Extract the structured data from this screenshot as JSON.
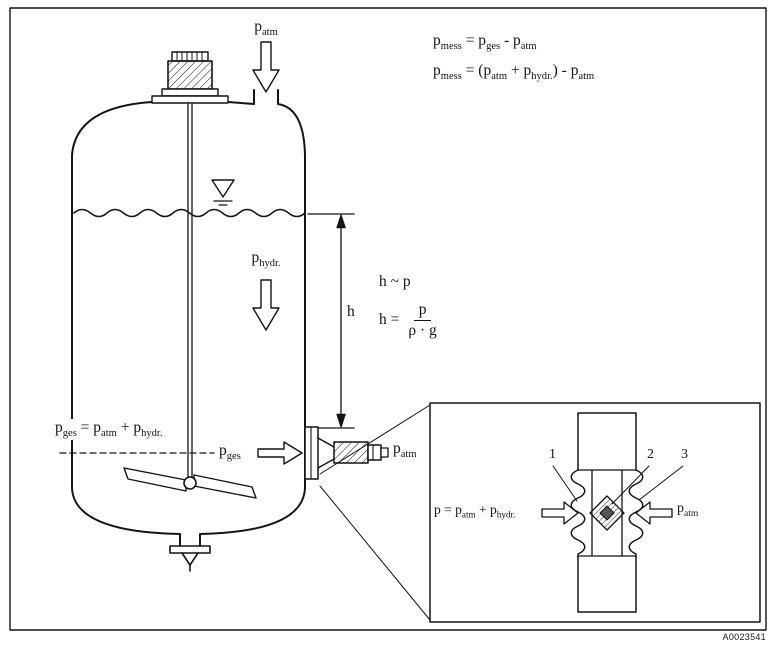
{
  "figure": {
    "code": "A0023541"
  },
  "tank": {
    "p_atm_top": "p{atm}",
    "p_hydr": "p{hydr.}",
    "level_h": "h",
    "p_ges_label": "p{ges}",
    "p_ges_formula": "p{ges} = p{atm} + p{hydr.}",
    "p_atm_sensor": "p{atm}"
  },
  "formulas": {
    "mess_line1": "p{mess} = p{ges} - p{atm}",
    "mess_line2": "p{mess} = (p{atm} + p{hydr.}) - p{atm}",
    "h_proportional": "h ~ p",
    "h_eq_lhs": "h =",
    "h_eq_numerator": "p",
    "h_eq_denominator": "ρ · g"
  },
  "inset": {
    "callouts": [
      "1",
      "2",
      "3"
    ],
    "p_process": "p = p{atm} + p{hydr.}",
    "p_atm": "p{atm}"
  }
}
